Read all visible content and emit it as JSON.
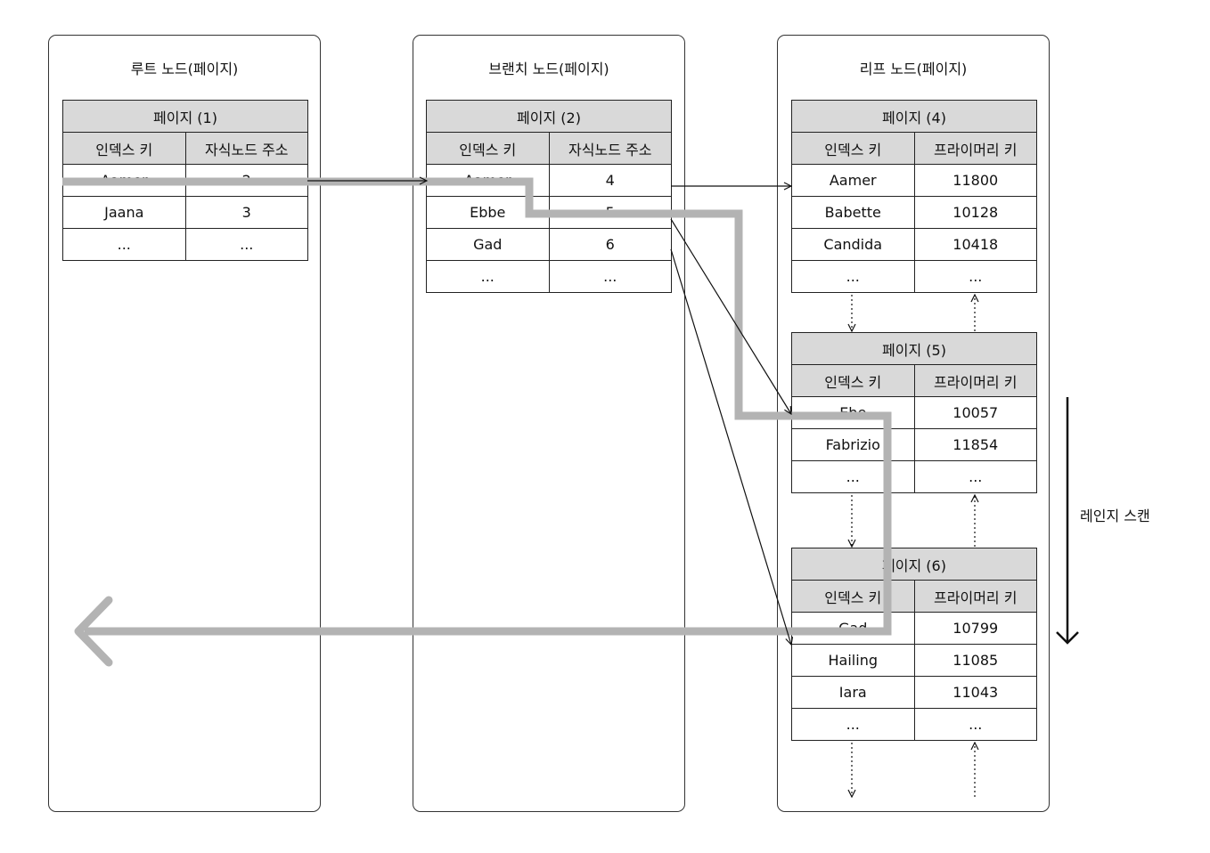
{
  "columns": [
    {
      "title": "루트 노드(페이지)",
      "pages": [
        {
          "title": "페이지 (1)",
          "headers": [
            "인덱스 키",
            "자식노드 주소"
          ],
          "rows": [
            [
              "Aamer",
              "2"
            ],
            [
              "Jaana",
              "3"
            ],
            [
              "...",
              "..."
            ]
          ]
        }
      ]
    },
    {
      "title": "브랜치 노드(페이지)",
      "pages": [
        {
          "title": "페이지 (2)",
          "headers": [
            "인덱스 키",
            "자식노드 주소"
          ],
          "rows": [
            [
              "Aamer",
              "4"
            ],
            [
              "Ebbe",
              "5"
            ],
            [
              "Gad",
              "6"
            ],
            [
              "...",
              "..."
            ]
          ]
        }
      ]
    },
    {
      "title": "리프 노드(페이지)",
      "pages": [
        {
          "title": "페이지 (4)",
          "headers": [
            "인덱스 키",
            "프라이머리 키"
          ],
          "rows": [
            [
              "Aamer",
              "11800"
            ],
            [
              "Babette",
              "10128"
            ],
            [
              "Candida",
              "10418"
            ],
            [
              "...",
              "..."
            ]
          ]
        },
        {
          "title": "페이지 (5)",
          "headers": [
            "인덱스 키",
            "프라이머리 키"
          ],
          "rows": [
            [
              "Ebe",
              "10057"
            ],
            [
              "Fabrizio",
              "11854"
            ],
            [
              "...",
              "..."
            ]
          ]
        },
        {
          "title": "페이지 (6)",
          "headers": [
            "인덱스 키",
            "프라이머리 키"
          ],
          "rows": [
            [
              "Gad",
              "10799"
            ],
            [
              "Hailing",
              "11085"
            ],
            [
              "Iara",
              "11043"
            ],
            [
              "...",
              "..."
            ]
          ]
        }
      ]
    }
  ],
  "range_scan_label": "레인지 스캔",
  "colors": {
    "path": "#b3b3b3",
    "header_bg": "#d9d9d9",
    "border": "#222222"
  }
}
